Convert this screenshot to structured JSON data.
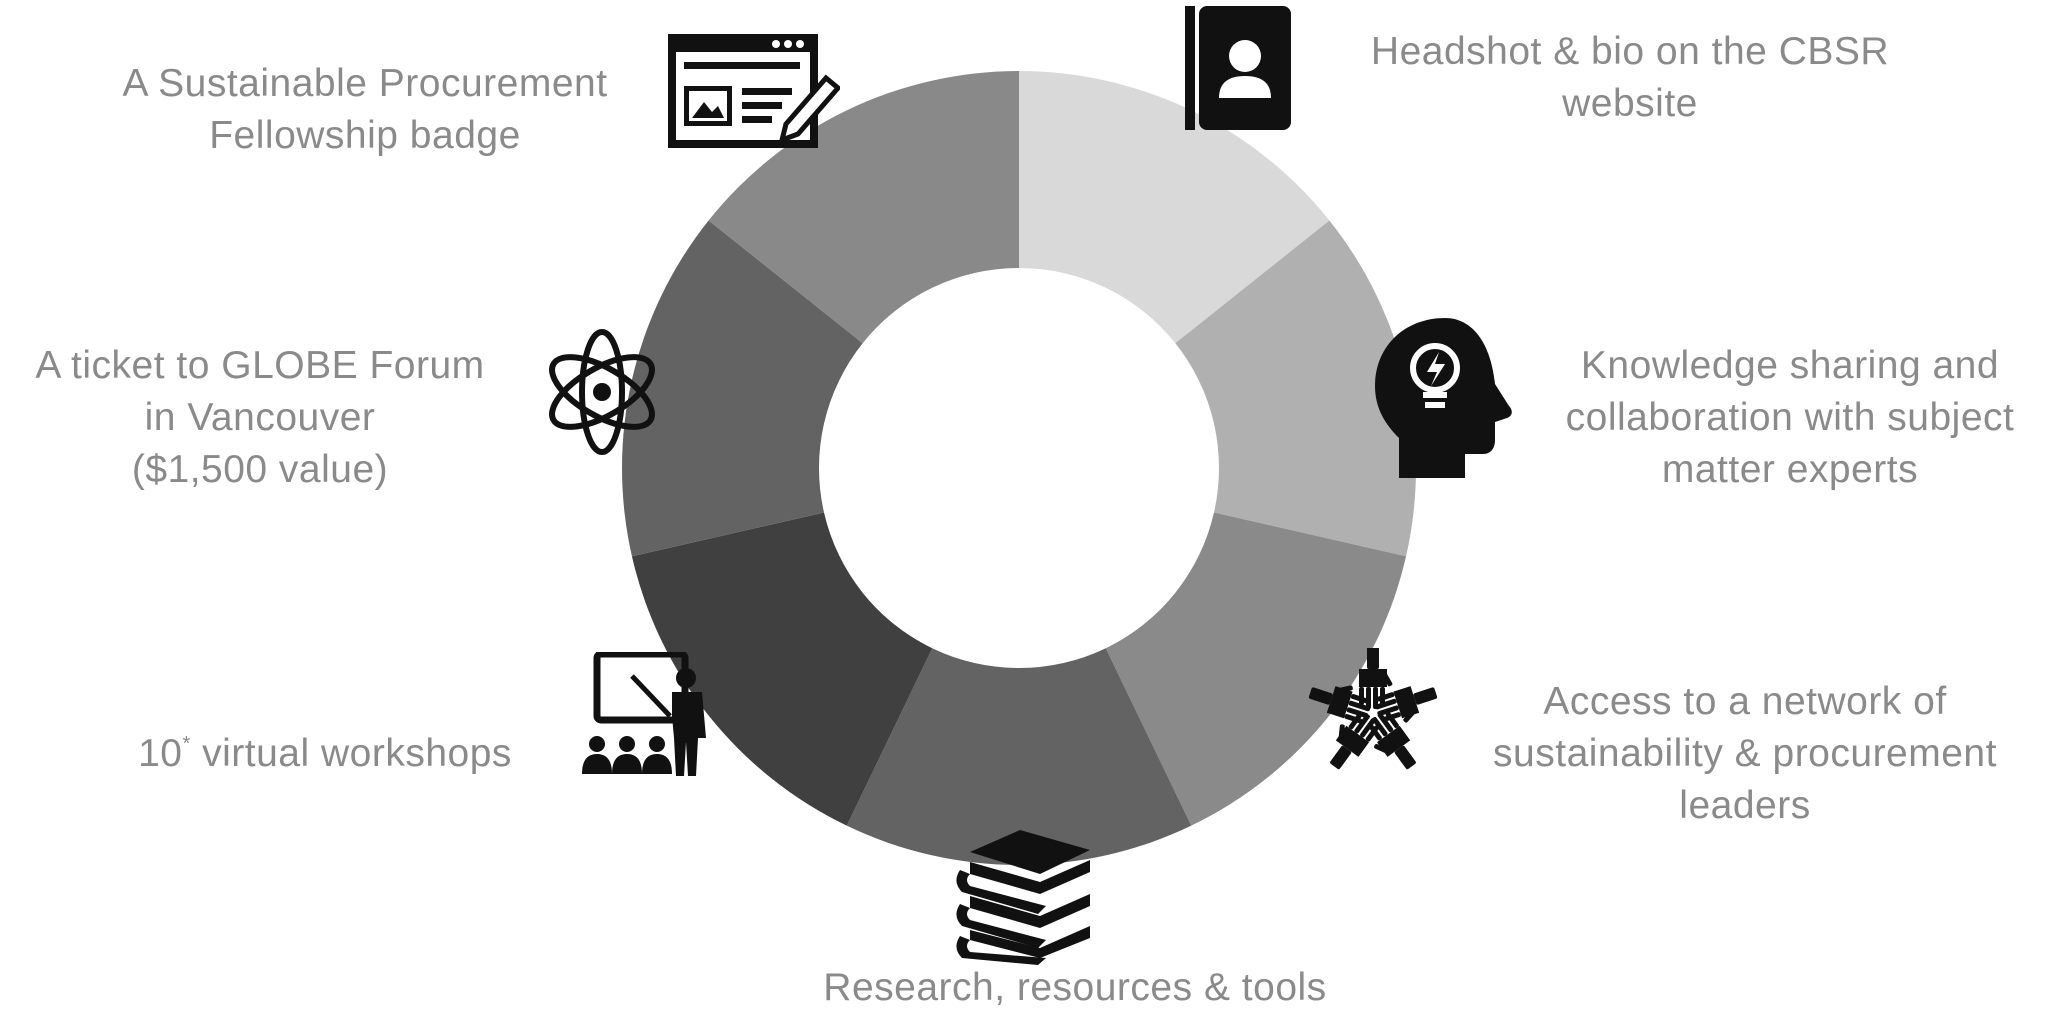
{
  "colors": {
    "text": "#8a8a8a",
    "icon": "#111111",
    "segments": [
      "#d9d9d9",
      "#b0b0b0",
      "#8a8a8a",
      "#636363",
      "#404040",
      "#636363",
      "#898989"
    ]
  },
  "items": [
    {
      "id": "headshot",
      "lines": [
        "Headshot & bio on the CBSR",
        "website"
      ],
      "icon": "contact-book-icon"
    },
    {
      "id": "knowledge",
      "lines": [
        "Knowledge sharing and",
        "collaboration with subject",
        "matter experts"
      ],
      "icon": "head-lightbulb-icon"
    },
    {
      "id": "network",
      "lines": [
        "Access to a network of",
        "sustainability & procurement",
        "leaders"
      ],
      "icon": "hands-circle-icon"
    },
    {
      "id": "research",
      "lines": [
        "Research, resources & tools"
      ],
      "icon": "books-icon"
    },
    {
      "id": "workshops",
      "lines": [
        "10",
        "*",
        " virtual workshops"
      ],
      "icon": "teacher-presentation-icon"
    },
    {
      "id": "globe",
      "lines": [
        "A ticket to GLOBE Forum",
        "in Vancouver",
        "($1,500 value)"
      ],
      "icon": "atom-icon"
    },
    {
      "id": "badge",
      "lines": [
        "A Sustainable Procurement",
        "Fellowship badge"
      ],
      "icon": "webpage-edit-icon"
    }
  ]
}
